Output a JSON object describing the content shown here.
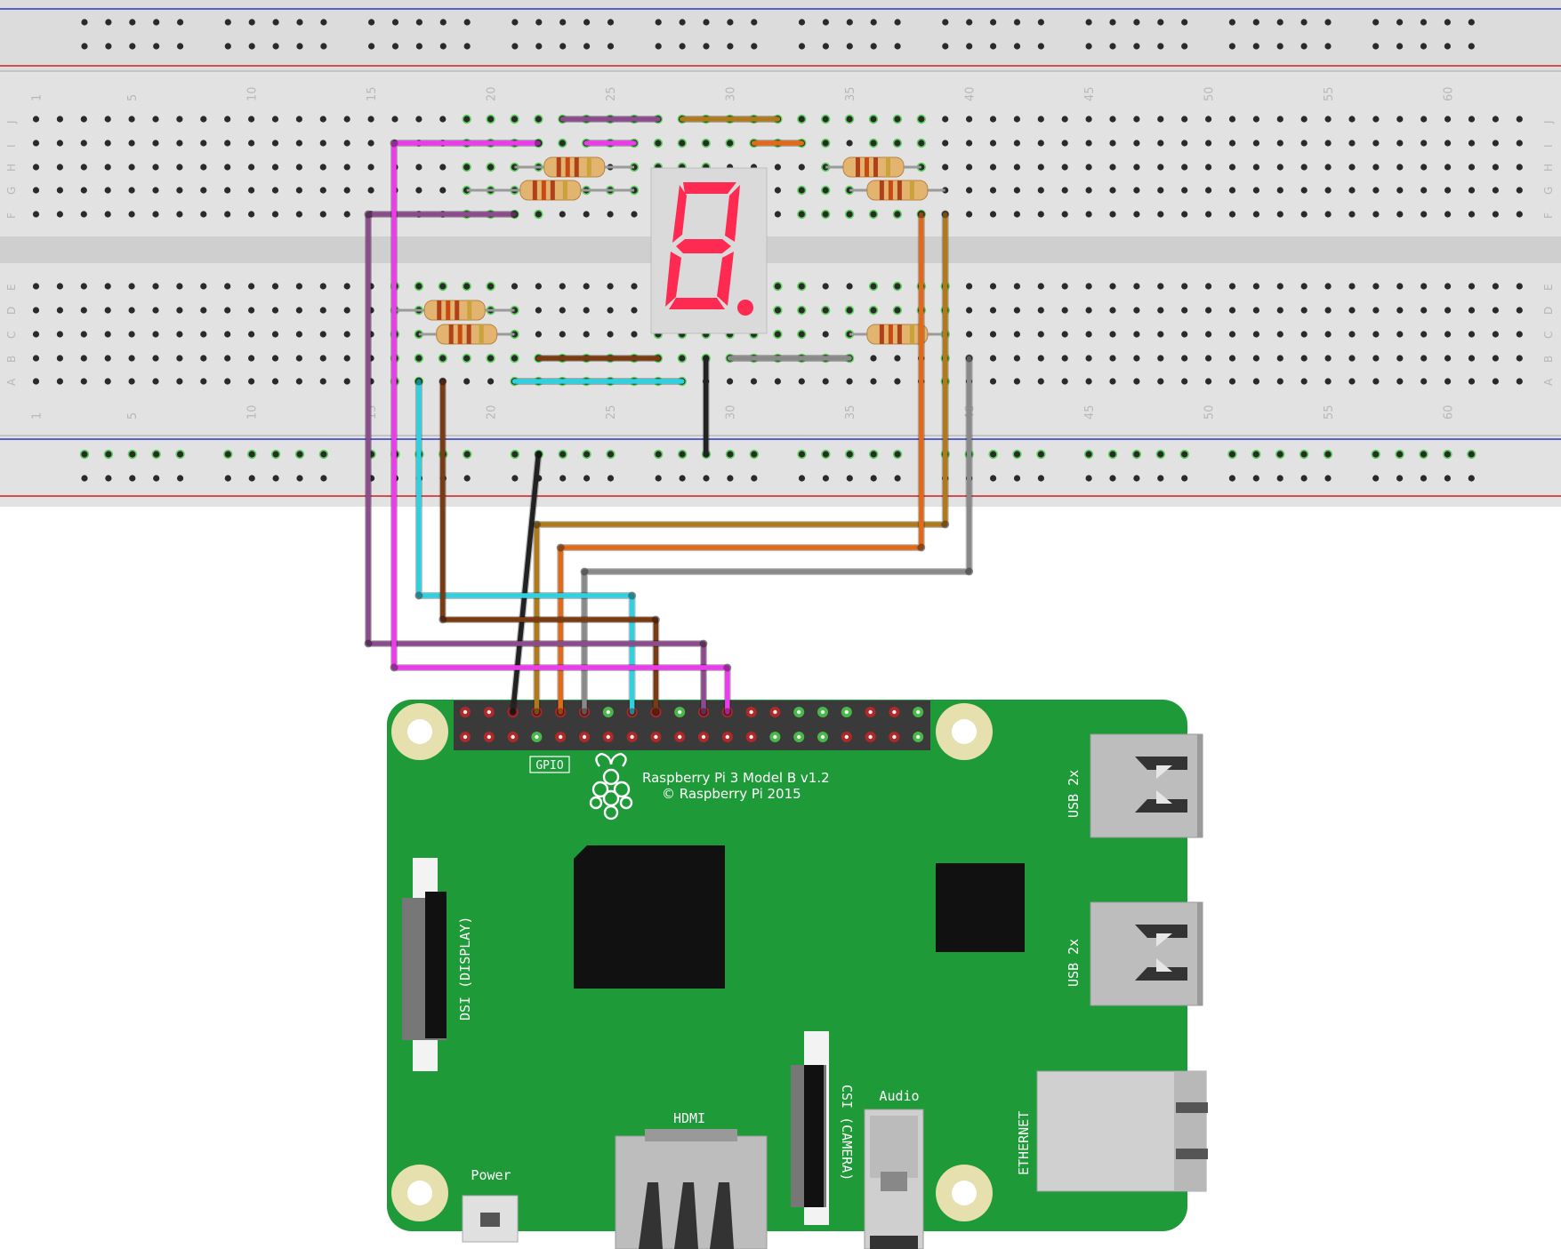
{
  "board": {
    "title": "Raspberry Pi 3 Model B v1.2",
    "copyright": "© Raspberry Pi 2015",
    "gpio_label": "GPIO",
    "usb_label": "USB 2x",
    "ethernet_label": "ETHERNET",
    "audio_label": "Audio",
    "hdmi_label": "HDMI",
    "power_label": "Power",
    "dsi_label": "DSI (DISPLAY)",
    "csi_label": "CSI (CAMERA)"
  },
  "breadboard": {
    "column_numbers": [
      "1",
      "5",
      "10",
      "15",
      "20",
      "25",
      "30",
      "35",
      "40",
      "45",
      "50",
      "55",
      "60"
    ],
    "row_letters_top": [
      "J",
      "I",
      "H",
      "G",
      "F"
    ],
    "row_letters_bottom": [
      "E",
      "D",
      "C",
      "B",
      "A"
    ]
  },
  "display": {
    "digit": "8",
    "segment_color": "#ff2a52"
  },
  "wire_colors": {
    "magenta": "#ea3cea",
    "purple": "#8c4b8c",
    "cyan": "#2fd0e0",
    "brown": "#7a3a12",
    "black": "#222222",
    "ochre": "#b07a1c",
    "orange": "#e06a1a",
    "gray": "#8a8a8a"
  }
}
